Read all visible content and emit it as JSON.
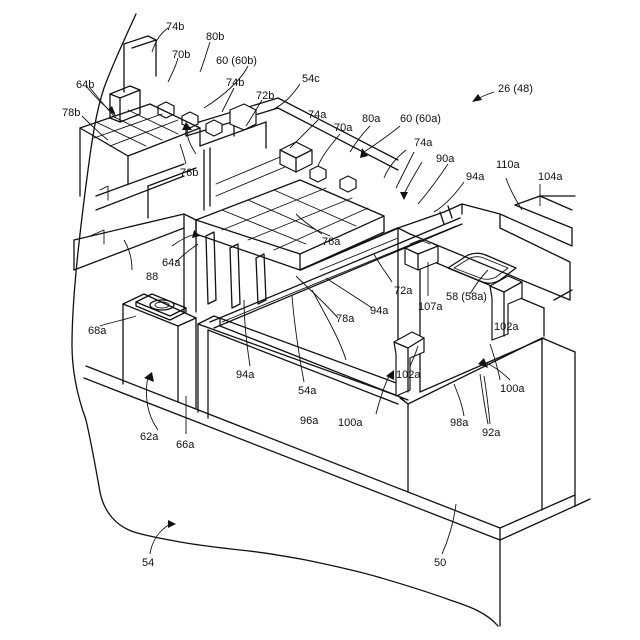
{
  "labels": [
    {
      "id": "74b_top",
      "text": "74b"
    },
    {
      "id": "80b",
      "text": "80b"
    },
    {
      "id": "70b",
      "text": "70b"
    },
    {
      "id": "60b",
      "text": "60 (60b)"
    },
    {
      "id": "64b",
      "text": "64b"
    },
    {
      "id": "74b_mid",
      "text": "74b"
    },
    {
      "id": "54c",
      "text": "54c"
    },
    {
      "id": "72b",
      "text": "72b"
    },
    {
      "id": "78b",
      "text": "78b"
    },
    {
      "id": "74a_top",
      "text": "74a"
    },
    {
      "id": "70a",
      "text": "70a"
    },
    {
      "id": "80a",
      "text": "80a"
    },
    {
      "id": "60a",
      "text": "60 (60a)"
    },
    {
      "id": "26",
      "text": "26 (48)"
    },
    {
      "id": "74a_mid",
      "text": "74a"
    },
    {
      "id": "90a",
      "text": "90a"
    },
    {
      "id": "94a_top",
      "text": "94a"
    },
    {
      "id": "110a",
      "text": "110a"
    },
    {
      "id": "104a",
      "text": "104a"
    },
    {
      "id": "76b",
      "text": "76b"
    },
    {
      "id": "76a",
      "text": "76a"
    },
    {
      "id": "64a",
      "text": "64a"
    },
    {
      "id": "88",
      "text": "88"
    },
    {
      "id": "72a",
      "text": "72a"
    },
    {
      "id": "107a",
      "text": "107a"
    },
    {
      "id": "58",
      "text": "58 (58a)"
    },
    {
      "id": "94a_mid",
      "text": "94a"
    },
    {
      "id": "78a",
      "text": "78a"
    },
    {
      "id": "68a",
      "text": "68a"
    },
    {
      "id": "102a_right",
      "text": "102a"
    },
    {
      "id": "102a_left",
      "text": "102a"
    },
    {
      "id": "94a_low",
      "text": "94a"
    },
    {
      "id": "54a",
      "text": "54a"
    },
    {
      "id": "100a_right",
      "text": "100a"
    },
    {
      "id": "62a",
      "text": "62a"
    },
    {
      "id": "96a",
      "text": "96a"
    },
    {
      "id": "100a_left",
      "text": "100a"
    },
    {
      "id": "98a",
      "text": "98a"
    },
    {
      "id": "92a",
      "text": "92a"
    },
    {
      "id": "66a",
      "text": "66a"
    },
    {
      "id": "54",
      "text": "54"
    },
    {
      "id": "50",
      "text": "50"
    }
  ]
}
